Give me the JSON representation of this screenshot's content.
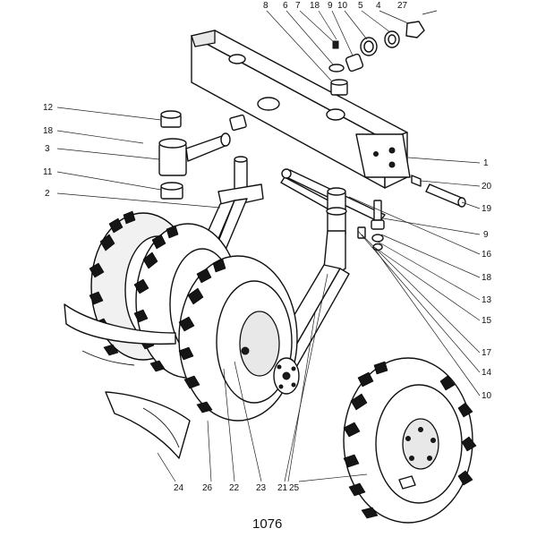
{
  "figure_number": "1076",
  "callouts": {
    "c1": "1",
    "c2": "2",
    "c3": "3",
    "c4": "4",
    "c5": "5",
    "c6": "6",
    "c7": "7",
    "c8": "8",
    "c9a": "9",
    "c9b": "9",
    "c10a": "10",
    "c10b": "10",
    "c11": "11",
    "c12": "12",
    "c13": "13",
    "c14": "14",
    "c15": "15",
    "c16": "16",
    "c17": "17",
    "c18a": "18",
    "c18b": "18",
    "c18c": "18",
    "c19": "19",
    "c20": "20",
    "c21": "21",
    "c22": "22",
    "c23": "23",
    "c24": "24",
    "c25": "25",
    "c26": "26",
    "c27": "27"
  }
}
